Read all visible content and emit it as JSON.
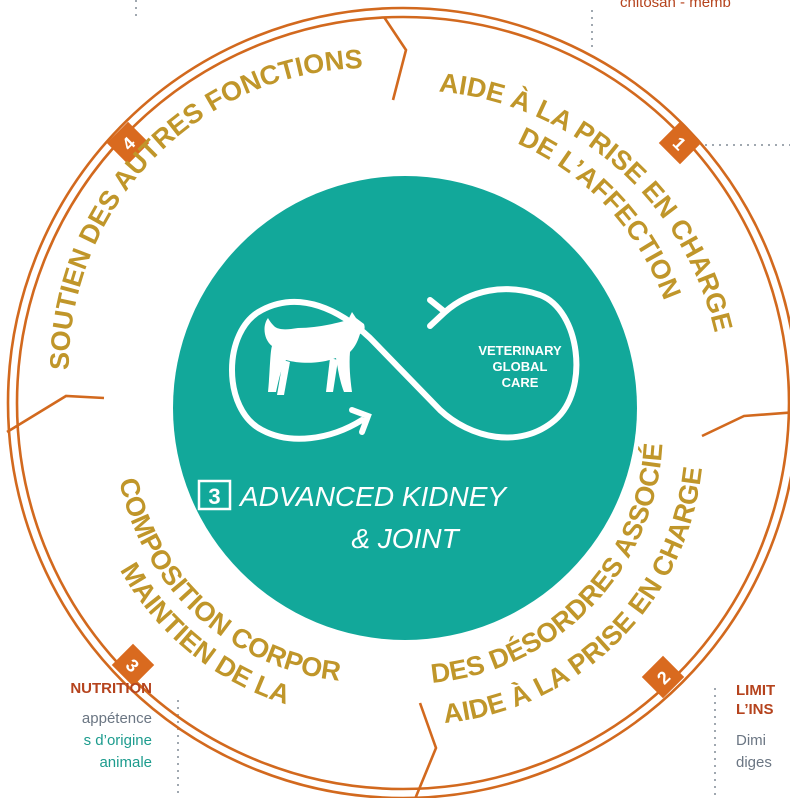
{
  "center": {
    "badge": "VETERINARY GLOBAL CARE",
    "badge_lines": [
      "VETERINARY",
      "GLOBAL",
      "CARE"
    ],
    "product_number": "3",
    "product_line1": "ADVANCED KIDNEY",
    "product_line2": "& JOINT"
  },
  "segments": [
    {
      "number": "1",
      "lines": [
        "AIDE À LA PRISE EN CHARGE",
        "DE L’AFFECTION"
      ]
    },
    {
      "number": "2",
      "lines": [
        "AIDE À LA PRISE EN CHARGE",
        "DES DÉSORDRES ASSOCIÉS"
      ]
    },
    {
      "number": "3",
      "lines": [
        "MAINTIEN DE LA",
        "COMPOSITION CORPORELLE"
      ]
    },
    {
      "number": "4",
      "lines": [
        "SOUTIEN DES AUTRES FONCTIONS"
      ]
    }
  ],
  "side_notes": {
    "top_right": "chitosan - memb",
    "left_heading": "NUTRITION",
    "left_line1": "appétence",
    "left_line2": "s d’origine",
    "left_line3": "animale",
    "right_heading1": "LIMIT",
    "right_heading2": "L’INS",
    "right_line1": "Dimi",
    "right_line2": "diges"
  },
  "colors": {
    "teal": "#12a89a",
    "ring_stroke": "#d2691e",
    "gold_text": "#c0962a",
    "badge_orange": "#d96a1f",
    "dotted": "#a0a8b0"
  }
}
